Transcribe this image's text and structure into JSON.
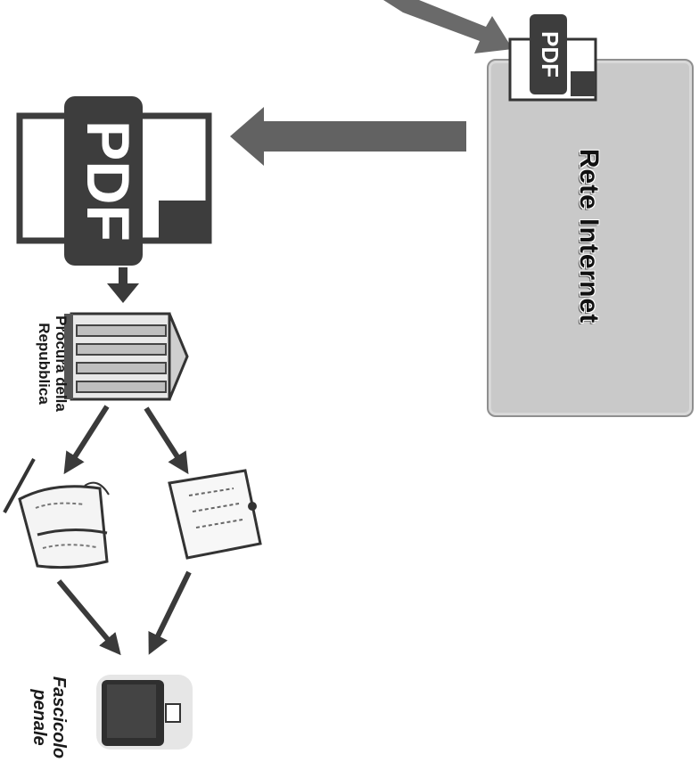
{
  "network": {
    "label": "Rete Internet"
  },
  "documents": {
    "pdf_label": "PDF"
  },
  "procura": {
    "line1": "Procura della",
    "line2": "Repubblica"
  },
  "fascicolo": {
    "line1": "Fascicolo",
    "line2": "penale"
  },
  "colors": {
    "arrow": "#5f5f5f",
    "pdf_dark": "#3d3d3d",
    "box_fill": "#c9c9c9",
    "box_border": "#8f8f8f"
  },
  "icons": [
    "pdf-file-icon",
    "courthouse-icon",
    "open-book-icon",
    "document-scroll-icon",
    "briefcase-folder-icon"
  ]
}
